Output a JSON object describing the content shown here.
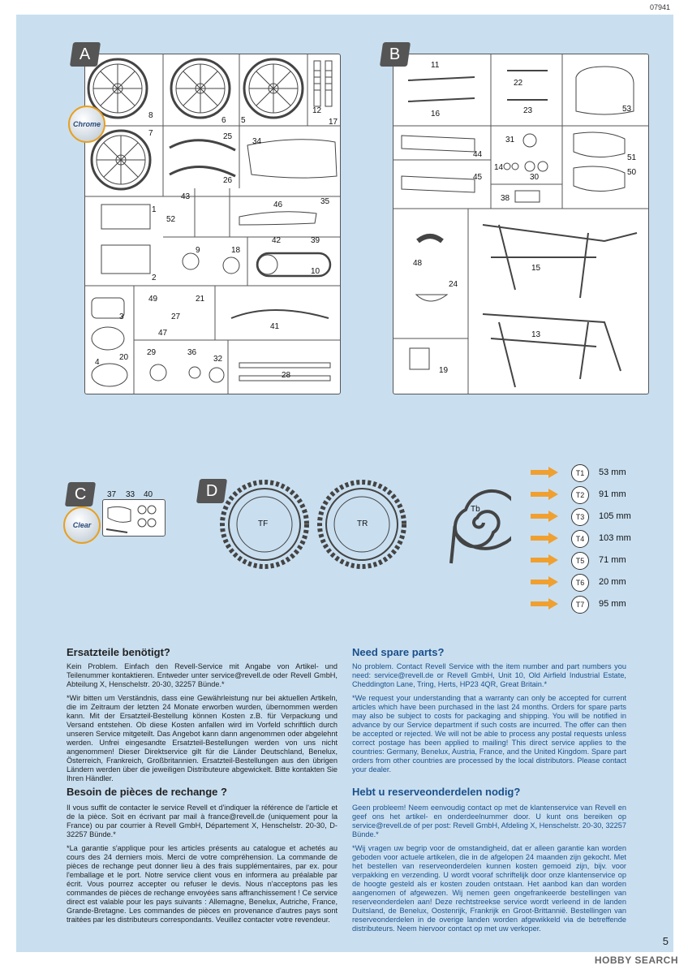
{
  "header": {
    "code": "07941"
  },
  "footer": {
    "page_number": "5",
    "watermark": "HOBBY SEARCH"
  },
  "sprues": {
    "A": {
      "letter": "A",
      "badge": "Chrome",
      "labels": [
        "8",
        "6",
        "5",
        "12",
        "17",
        "7",
        "25",
        "26",
        "34",
        "1",
        "43",
        "52",
        "46",
        "35",
        "2",
        "9",
        "18",
        "42",
        "39",
        "10",
        "3",
        "49",
        "21",
        "27",
        "47",
        "41",
        "20",
        "4",
        "29",
        "36",
        "32",
        "28"
      ]
    },
    "B": {
      "letter": "B",
      "labels": [
        "11",
        "16",
        "22",
        "23",
        "53",
        "44",
        "31",
        "14",
        "30",
        "51",
        "50",
        "45",
        "38",
        "48",
        "24",
        "15",
        "13",
        "19"
      ]
    },
    "C": {
      "letter": "C",
      "badge": "Clear",
      "labels": [
        "37",
        "33",
        "40"
      ]
    },
    "D": {
      "letter": "D",
      "tyres": [
        "TF",
        "TR"
      ],
      "tube_label": "Tb"
    }
  },
  "tubes": [
    {
      "id": "T1",
      "length": "53 mm"
    },
    {
      "id": "T2",
      "length": "91 mm"
    },
    {
      "id": "T3",
      "length": "105 mm"
    },
    {
      "id": "T4",
      "length": "103 mm"
    },
    {
      "id": "T5",
      "length": "71 mm"
    },
    {
      "id": "T6",
      "length": "20 mm"
    },
    {
      "id": "T7",
      "length": "95 mm"
    }
  ],
  "colors": {
    "background": "#c9dff0",
    "arrow": "#f0a030",
    "heading_blue": "#1a4f8a"
  },
  "text": {
    "de": {
      "heading": "Ersatzteile benötigt?",
      "p1": "Kein Problem. Einfach den Revell-Service mit Angabe von Artikel- und Teilenummer kontaktieren. Entweder unter service@revell.de oder Revell GmbH, Abteilung X, Henschelstr. 20-30, 32257 Bünde.*",
      "p2": "*Wir bitten um Verständnis, dass eine Gewährleistung nur bei aktuellen Artikeln, die im Zeitraum der letzten 24 Monate erworben wurden, übernommen werden kann. Mit der Ersatzteil-Bestellung können Kosten z.B. für Verpackung und Versand entstehen. Ob diese Kosten anfallen wird im Vorfeld schriftlich durch unseren Service mitgeteilt. Das Angebot kann dann angenommen oder abgelehnt werden. Unfrei eingesandte Ersatzteil-Bestellungen werden von uns nicht angenommen! Dieser Direktservice gilt für die Länder Deutschland, Benelux, Österreich, Frankreich, Großbritannien. Ersatzteil-Bestellungen aus den übrigen Ländern werden über die jeweiligen Distributeure abgewickelt. Bitte kontakten Sie Ihren Händler."
    },
    "fr": {
      "heading": "Besoin de pièces de rechange ?",
      "p1": "Il vous suffit de contacter le service Revell et d'indiquer la référence de l'article et de la pièce. Soit en écrivant par mail à france@revell.de (uniquement pour la France) ou par courrier à Revell GmbH, Département X, Henschelstr. 20-30, D-32257 Bünde.*",
      "p2": "*La garantie s'applique pour les articles présents au catalogue et achetés au cours des 24 derniers mois. Merci de votre compréhension. La commande de pièces de rechange peut donner lieu à des frais supplémentaires, par ex. pour l'emballage et le port. Notre service client vous en informera au préalable par écrit. Vous pourrez accepter ou refuser le devis. Nous n'acceptons pas les commandes de pièces de rechange envoyées sans affranchissement ! Ce service direct est valable pour les pays suivants : Allemagne, Benelux, Autriche, France, Grande-Bretagne. Les commandes de pièces en provenance d'autres pays sont traitées par les distributeurs correspondants. Veuillez contacter votre revendeur."
    },
    "en": {
      "heading": "Need spare parts?",
      "p1": "No problem. Contact Revell Service with the item number and part numbers you need: service@revell.de or Revell GmbH, Unit 10, Old Airfield Industrial Estate, Cheddington Lane, Tring, Herts, HP23 4QR, Great Britain.*",
      "p2": "*We request your understanding that a warranty can only be accepted for current articles which have been purchased in the last 24 months. Orders for spare parts may also be subject to costs for packaging and shipping. You will be notified in advance by our Service department if such costs are incurred. The offer can then be accepted or rejected. We will not be able to process any postal requests unless correct postage has been applied to mailing! This direct service applies to the countries: Germany, Benelux, Austria, France, and the United Kingdom. Spare part orders from other countries are processed by the local distributors. Please contact your dealer."
    },
    "nl": {
      "heading": "Hebt u reserveonderdelen nodig?",
      "p1": "Geen probleem! Neem eenvoudig contact op met de klantenservice van Revell en geef ons het artikel- en onderdeelnummer door. U kunt ons bereiken op service@revell.de of per post: Revell GmbH, Afdeling X, Henschelstr. 20-30, 32257 Bünde.*",
      "p2": "*Wij vragen uw begrip voor de omstandigheid, dat er alleen garantie kan worden geboden voor actuele artikelen, die in de afgelopen 24 maanden zijn gekocht. Met het bestellen van reserveonderdelen kunnen kosten gemoeid zijn, bijv. voor verpakking en verzending. U wordt vooraf schriftelijk door onze klantenservice op de hoogte gesteld als er kosten zouden ontstaan. Het aanbod kan dan worden aangenomen of afgewezen. Wij nemen geen ongefrankeerde bestellingen van reserveonderdelen aan! Deze rechtstreekse service wordt verleend in de landen Duitsland, de Benelux, Oostenrijk, Frankrijk en Groot-Brittannië. Bestellingen van reserveonderdelen in de overige landen worden afgewikkeld via de betreffende distributeurs. Neem hiervoor contact op met uw verkoper."
    }
  }
}
